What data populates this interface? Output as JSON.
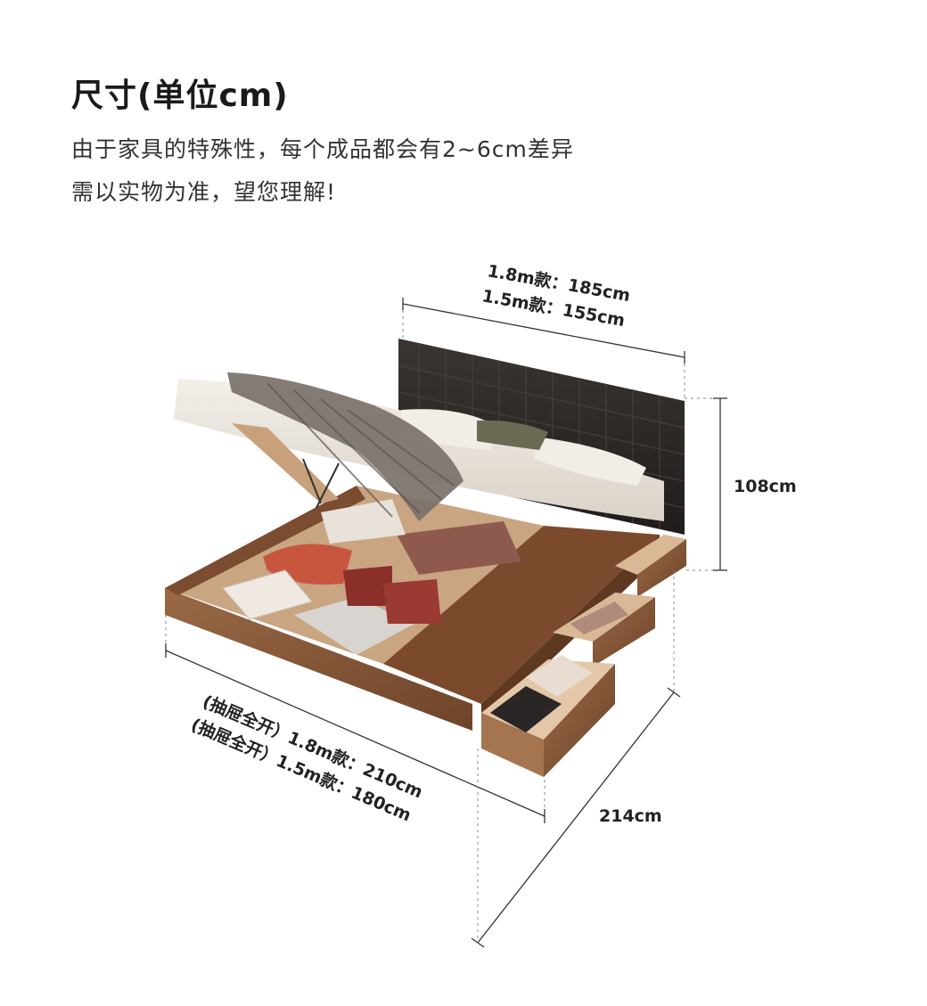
{
  "header": {
    "title": "尺寸(单位cm)",
    "note_line1": "由于家具的特殊性，每个成品都会有2~6cm差异",
    "note_line2": "需以实物为准，望您理解!"
  },
  "dimensions": {
    "width_18": "1.8m款：185cm",
    "width_15": "1.5m款：155cm",
    "height": "108cm",
    "depth": "214cm",
    "length_18": "(抽屉全开）1.8m款：210cm",
    "length_15": "(抽屉全开）1.5m款：180cm"
  },
  "colors": {
    "walnut": "#8a5a3a",
    "walnut_dark": "#6a4028",
    "leather": "#2b2826",
    "mattress": "#e9e4dc"
  }
}
